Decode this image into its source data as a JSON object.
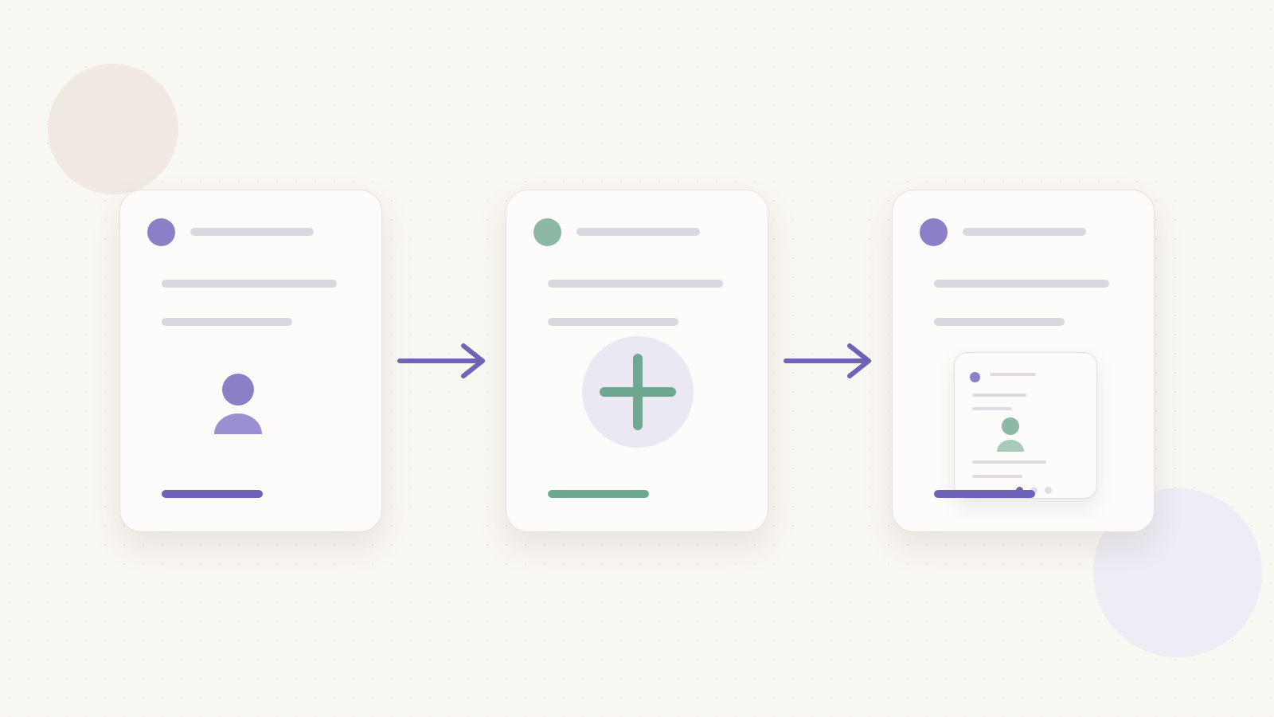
{
  "diagram": {
    "flow": [
      "card-1",
      "arrow-1",
      "card-2",
      "arrow-2",
      "card-3"
    ],
    "cards": [
      {
        "id": "card-1",
        "accent_color": "#8b80c8",
        "avatar_color": "#8b80c8",
        "footer_color": "#6f63b8",
        "content_icon": "person-icon"
      },
      {
        "id": "card-2",
        "accent_color": "#8db8a4",
        "footer_color": "#6ea890",
        "content_icon": "plus-icon"
      },
      {
        "id": "card-3",
        "accent_color": "#8b80c8",
        "footer_color": "#6f63b8",
        "content_icon": "nested-card-preview"
      }
    ],
    "arrows": {
      "color": "#6f63b8",
      "icon": "right-arrow-icon"
    },
    "colors": {
      "background": "#f9f7f2",
      "placeholder_line": "#d9d7e0",
      "purple": "#8b80c8",
      "green": "#8db8a4",
      "plus_circle": "#ebe8f4"
    }
  }
}
